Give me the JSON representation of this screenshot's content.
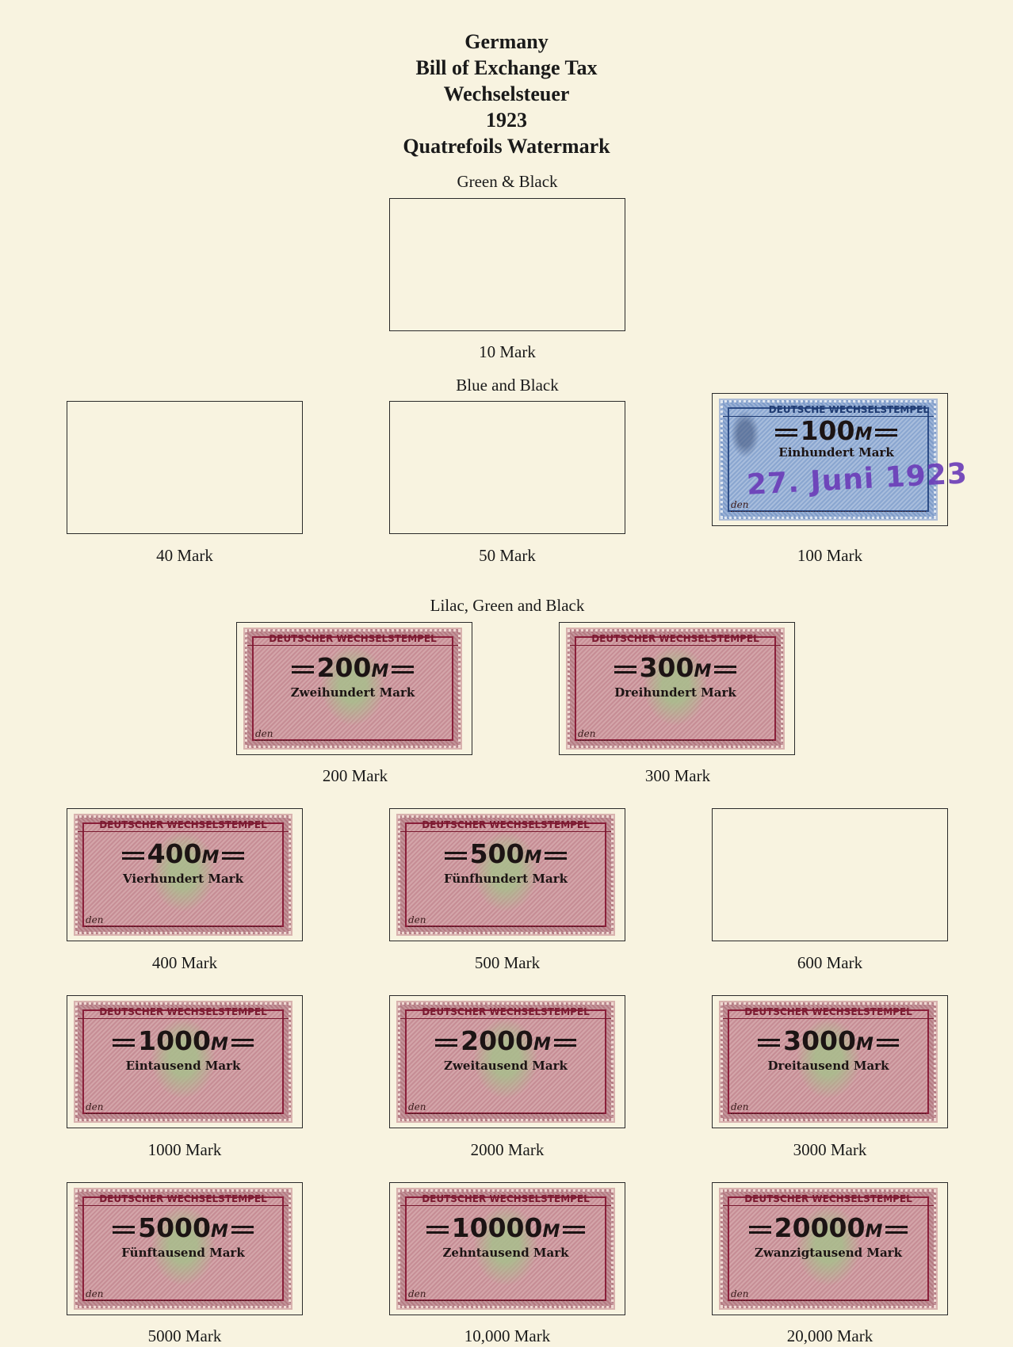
{
  "title": {
    "lines": [
      "Germany",
      "Bill of Exchange Tax",
      "Wechselsteuer",
      "1923",
      "Quatrefoils Watermark"
    ]
  },
  "sections": {
    "green_black": "Green & Black",
    "blue_black": "Blue and Black",
    "lilac_green_black": "Lilac, Green and Black"
  },
  "stamp_header": "DEUTSCHER WECHSELSTEMPEL",
  "stamp_header_blue": "DEUTSCHE WECHSELSTEMPEL",
  "den_label": "den",
  "currency_mark": "M",
  "stamps": [
    {
      "caption": "10 Mark"
    },
    {
      "caption": "40 Mark"
    },
    {
      "caption": "50 Mark"
    },
    {
      "caption": "100 Mark",
      "value": "100",
      "words": "Einhundert Mark",
      "cancel": "27. Juni 1923"
    },
    {
      "caption": "200 Mark",
      "value": "200",
      "words": "Zweihundert Mark"
    },
    {
      "caption": "300 Mark",
      "value": "300",
      "words": "Dreihundert Mark"
    },
    {
      "caption": "400 Mark",
      "value": "400",
      "words": "Vierhundert Mark"
    },
    {
      "caption": "500 Mark",
      "value": "500",
      "words": "Fünfhundert Mark"
    },
    {
      "caption": "600 Mark"
    },
    {
      "caption": "1000 Mark",
      "value": "1000",
      "words": "Eintausend Mark"
    },
    {
      "caption": "2000 Mark",
      "value": "2000",
      "words": "Zweitausend Mark"
    },
    {
      "caption": "3000 Mark",
      "value": "3000",
      "words": "Dreitausend Mark"
    },
    {
      "caption": "5000 Mark",
      "value": "5000",
      "words": "Fünftausend Mark"
    },
    {
      "caption": "10,000 Mark",
      "value": "10000",
      "words": "Zehntausend Mark"
    },
    {
      "caption": "20,000 Mark",
      "value": "20000",
      "words": "Zwanzigtausend Mark"
    }
  ],
  "colors": {
    "page": "#f8f3e0",
    "lilac_stamp": "#c3949a",
    "blue_stamp": "#9bb2d6",
    "cancel_ink": "#6a3bb8"
  }
}
